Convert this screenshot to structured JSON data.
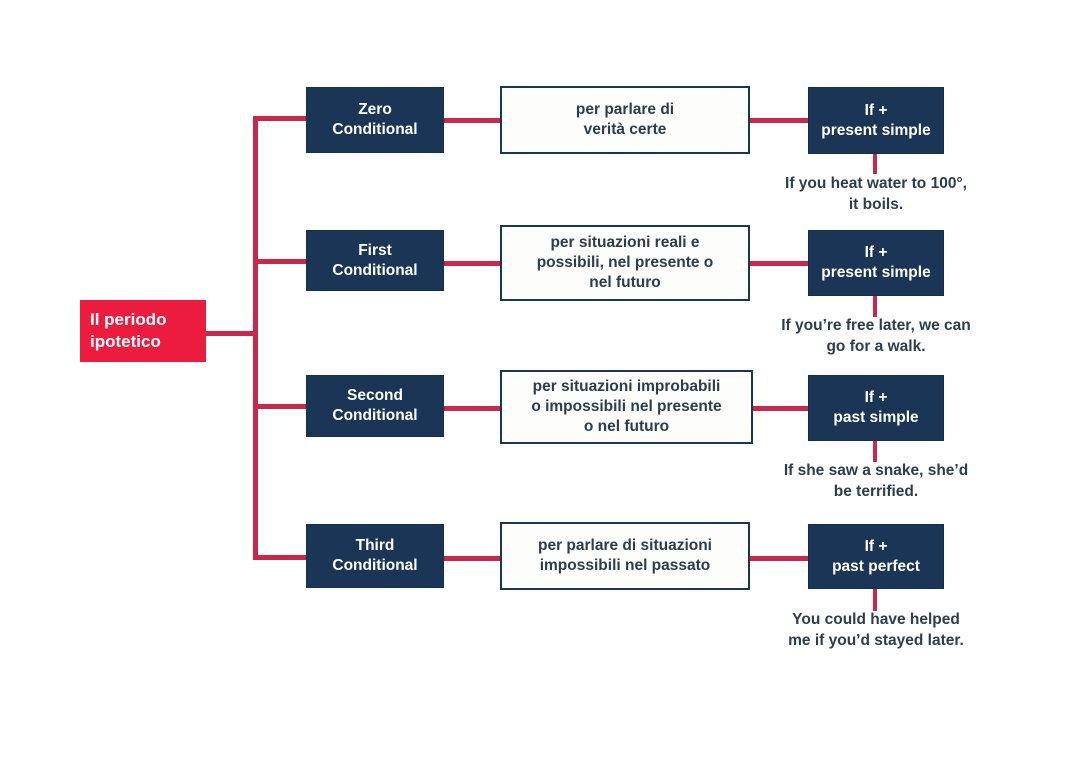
{
  "diagram": {
    "title": "Il periodo ipotetico",
    "type": "tree-mindmap",
    "colors": {
      "root_fill": "#ec1c3f",
      "node_fill": "#1b3557",
      "node_text": "#ffffff",
      "detail_fill": "#fdfdfb",
      "detail_border": "#1b3557",
      "detail_text": "#2b3d4f",
      "connector": "#c8294a",
      "background": "#ffffff"
    },
    "root": {
      "label": "Il periodo\nipotetico"
    },
    "branches": [
      {
        "name": "Zero Conditional",
        "type_label": "Zero\nConditional",
        "use_label": "per parlare di\nverità certe",
        "form_label": "If +\npresent simple",
        "example": "If you heat water to 100°,\nit boils."
      },
      {
        "name": "First Conditional",
        "type_label": "First\nConditional",
        "use_label": "per situazioni reali e\npossibili, nel presente o\nnel futuro",
        "form_label": "If +\npresent simple",
        "example": "If you’re free later, we can\ngo for a walk."
      },
      {
        "name": "Second Conditional",
        "type_label": "Second\nConditional",
        "use_label": "per situazioni improbabili\no impossibili nel presente\no nel futuro",
        "form_label": "If +\npast simple",
        "example": "If she saw a snake, she’d\nbe terrified."
      },
      {
        "name": "Third Conditional",
        "type_label": "Third\nConditional",
        "use_label": "per parlare di situazioni\nimpossibili nel passato",
        "form_label": "If +\npast perfect",
        "example": "You could have helped\nme if you’d stayed later."
      }
    ]
  }
}
